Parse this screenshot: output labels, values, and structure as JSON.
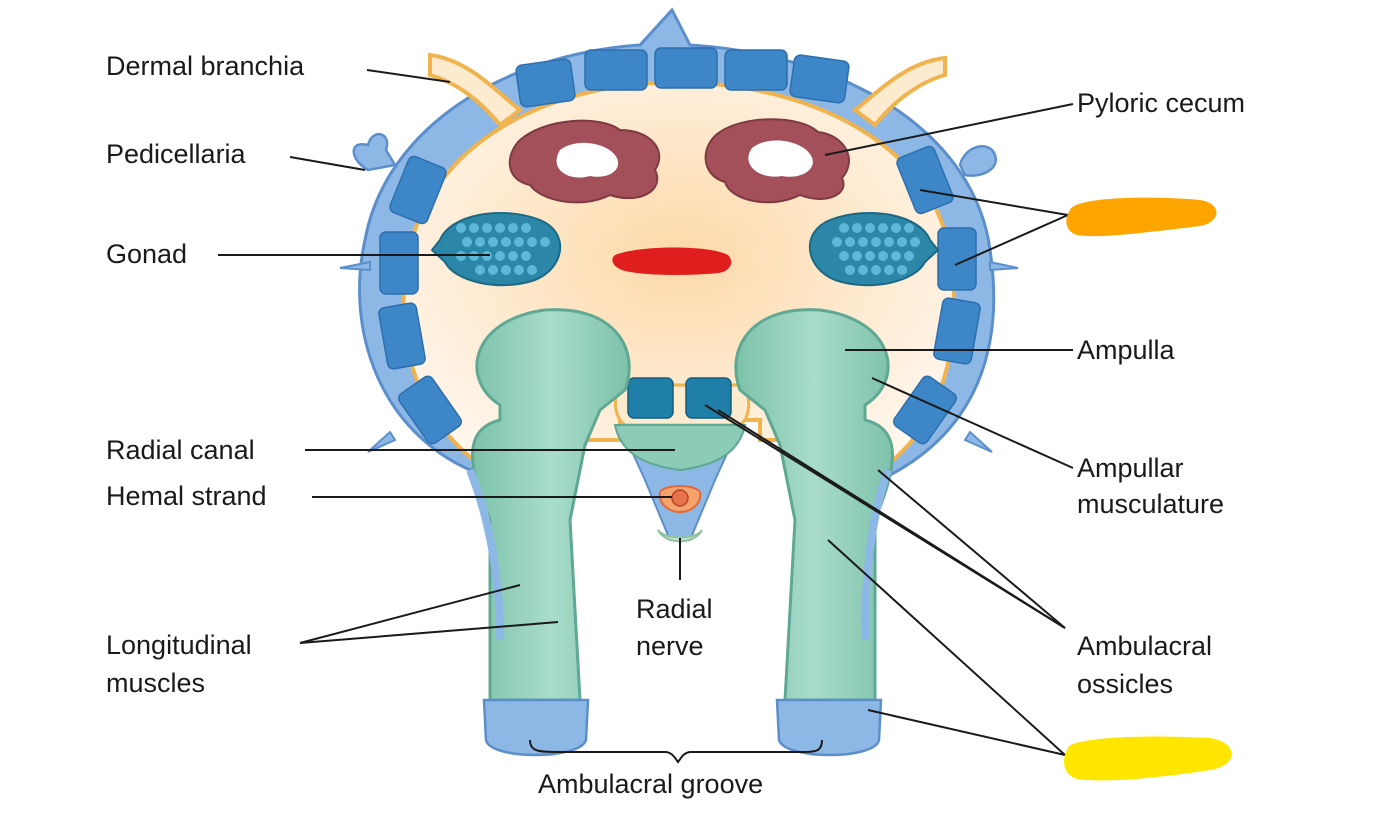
{
  "labels": {
    "dermal_branchia": "Dermal branchia",
    "pedicellaria": "Pedicellaria",
    "gonad": "Gonad",
    "radial_canal": "Radial canal",
    "hemal_strand": "Hemal strand",
    "longitudinal_muscles_1": "Longitudinal",
    "longitudinal_muscles_2": "muscles",
    "radial_nerve_1": "Radial",
    "radial_nerve_2": "nerve",
    "ambulacral_groove": "Ambulacral groove",
    "pyloric_cecum": "Pyloric cecum",
    "ampulla": "Ampulla",
    "ampullar_musculature_1": "Ampullar",
    "ampullar_musculature_2": "musculature",
    "ambulacral_ossicles_1": "Ambulacral",
    "ambulacral_ossicles_2": "ossicles"
  },
  "redactions": {
    "orange_marker_color": "#FFA500",
    "yellow_marker_color": "#FFE600",
    "red_marker_color": "#E01E1E"
  },
  "colors": {
    "body_wall": "#8DB8E6",
    "body_wall_outline": "#5B8FCB",
    "plates": "#3D87C9",
    "coelom": "#FDEBD0",
    "coelom_outline": "#F0B34E",
    "pyloric_cecum": "#A4505A",
    "gonad": "#2B86A8",
    "tube_foot": "#8CCBB5",
    "tube_foot_outline": "#5FA894",
    "ossicle": "#1F7FA8",
    "hemal": "#E8724A"
  }
}
